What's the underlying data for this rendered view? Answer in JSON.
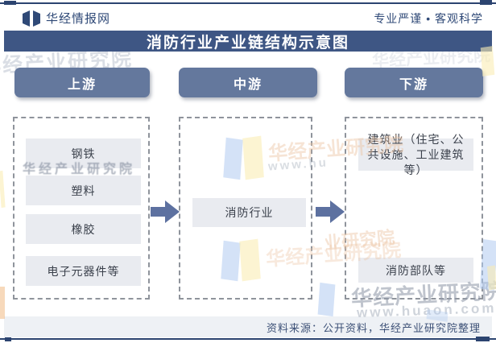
{
  "header": {
    "brand": "华经情报网",
    "tagline": "专业严谨 • 客观科学"
  },
  "title": "消防行业产业链结构示意图",
  "columns": [
    {
      "header": "上游",
      "items": [
        "钢铁",
        "塑料",
        "橡胶",
        "电子元器件等"
      ]
    },
    {
      "header": "中游",
      "items": [
        "消防行业"
      ]
    },
    {
      "header": "下游",
      "items": [
        "建筑业（住宅、公共设施、工业建筑等）",
        "消防部队等"
      ]
    }
  ],
  "footer": {
    "source": "资料来源：公开资料，华经产业研究院整理"
  },
  "watermarks": {
    "brand_text": "华经产业研究院",
    "url": "www.huaon.com",
    "url_partial": "www.hu"
  },
  "colors": {
    "navy": "#2c4470",
    "title_bar": "#3e5684",
    "column_header": "#64789d",
    "arrow": "#5d71a0",
    "item_bg": "#e9ebf0",
    "footer_bg": "#eef1f5"
  }
}
